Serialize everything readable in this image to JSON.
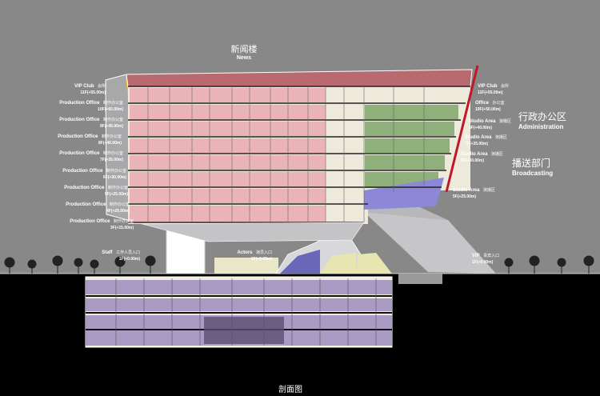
{
  "title": {
    "zh": "新闻楼",
    "en": "News"
  },
  "left_labels": [
    {
      "en": "VIP Club",
      "zh": "会所",
      "level": "11F(+55.00m)"
    },
    {
      "en": "Production Office",
      "zh": "制作办公室",
      "level": "10F(+50.00m)"
    },
    {
      "en": "Production Office",
      "zh": "制作办公室",
      "level": "9F(+45.00m)"
    },
    {
      "en": "Production Office",
      "zh": "制作办公室",
      "level": "8F(+40.00m)"
    },
    {
      "en": "Production Office",
      "zh": "制作办公室",
      "level": "7F(+35.00m)"
    },
    {
      "en": "Production Office",
      "zh": "制作办公室",
      "level": "6F(+30.00m)"
    },
    {
      "en": "Production Office",
      "zh": "制作办公室",
      "level": "5F(+25.00m)"
    },
    {
      "en": "Production Office",
      "zh": "制作办公室",
      "level": "4F(+20.00m)"
    },
    {
      "en": "Production Office",
      "zh": "制作办公室",
      "level": "3F(+15.00m)"
    }
  ],
  "right_labels": [
    {
      "en": "VIP Club",
      "zh": "会所",
      "level": "11F(+55.00m)"
    },
    {
      "en": "Office",
      "zh": "办公室",
      "level": "10F(+50.00m)"
    },
    {
      "en": "Studio Area",
      "zh": "演播区",
      "level": "8F(+40.00m)"
    },
    {
      "en": "Studio Area",
      "zh": "演播区",
      "level": "7F(+35.00m)"
    },
    {
      "en": "Studio Area",
      "zh": "演播区",
      "level": "6F(+30.00m)"
    },
    {
      "en": "Studio Area",
      "zh": "演播区",
      "level": "5F(+25.00m)"
    }
  ],
  "zones": {
    "administration": {
      "zh": "行政办公区",
      "en": "Administration"
    },
    "broadcasting": {
      "zh": "播送部门",
      "en": "Broadcasting"
    }
  },
  "entrances": [
    {
      "en": "Staff",
      "zh": "工作人员入口",
      "level": "1F(+0.00m)"
    },
    {
      "en": "Actors",
      "zh": "演员入口",
      "level": "1F(+0.00m)"
    },
    {
      "en": "VIP",
      "zh": "贵宾入口",
      "level": "1F(+0.00m)"
    }
  ],
  "caption": "剖面图",
  "colors": {
    "background": "#888888",
    "ground": "#000000",
    "production_office": "#e9b3b7",
    "administration": "#8fb07a",
    "broadcasting": "#8c87d6",
    "vip_club": "#b86a6e",
    "basement": "#a99bc4",
    "accent_red": "#c0182a",
    "accent_yellow": "#e8c320"
  }
}
